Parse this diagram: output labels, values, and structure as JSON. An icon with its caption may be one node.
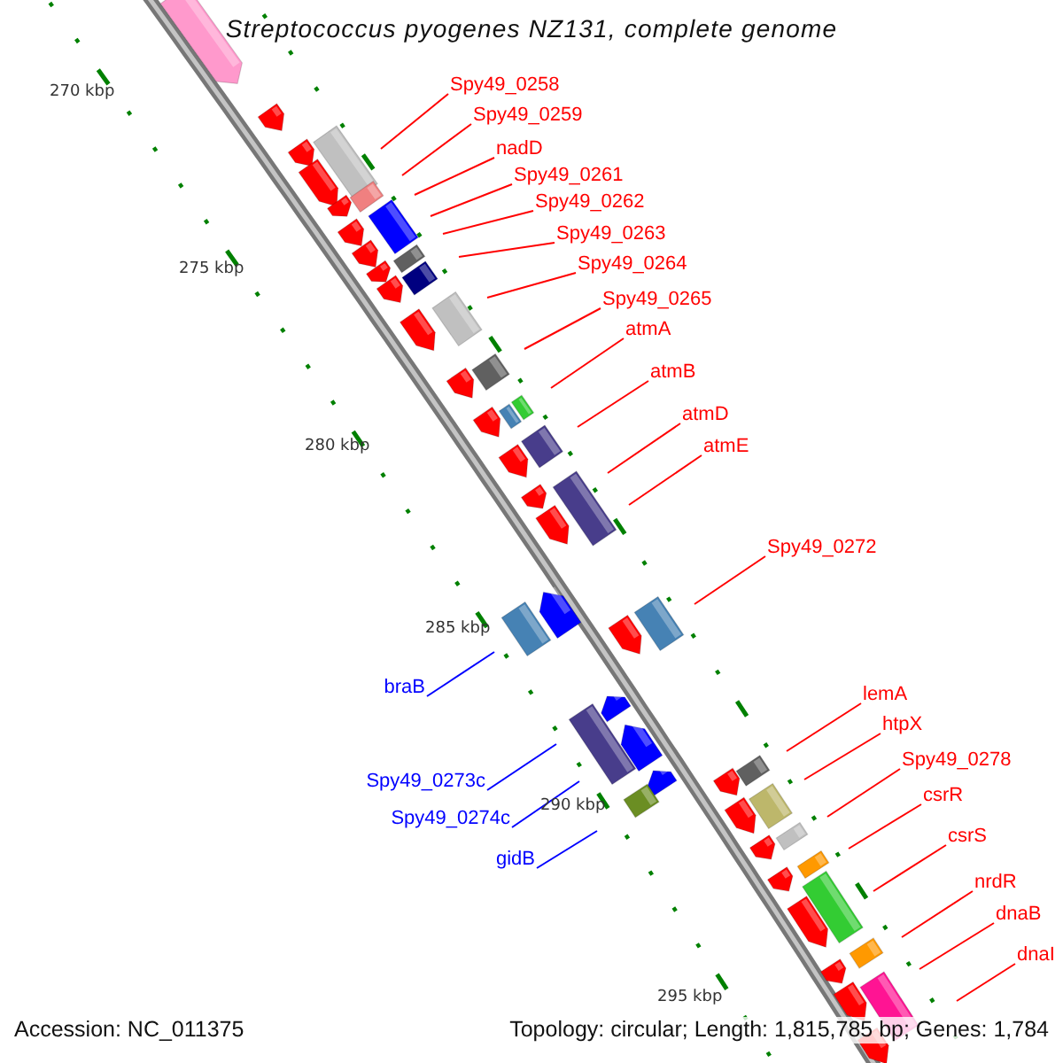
{
  "diagram": {
    "title": "Streptococcus pyogenes NZ131, complete genome",
    "nodes": [
      {
        "text": [
          "Spy49_0258"
        ]
      },
      {
        "text": [
          "Spy49_0259"
        ]
      },
      {
        "text": [
          "nadD"
        ]
      },
      {
        "text": [
          "Spy49_0261"
        ]
      },
      {
        "text": [
          "Spy49_0262"
        ]
      },
      {
        "text": [
          "Spy49_0263"
        ]
      },
      {
        "text": [
          "Spy49_0264"
        ]
      },
      {
        "text": [
          "Spy49_0265"
        ]
      },
      {
        "text": [
          "atmA"
        ]
      },
      {
        "text": [
          "atmB"
        ]
      },
      {
        "text": [
          "atmD"
        ]
      },
      {
        "text": [
          "atmE"
        ]
      },
      {
        "text": [
          "Spy49_0272"
        ]
      },
      {
        "text": [
          "braB"
        ]
      },
      {
        "text": [
          "Spy49_0273c"
        ]
      },
      {
        "text": [
          "Spy49_0274c"
        ]
      },
      {
        "text": [
          "gidB"
        ]
      },
      {
        "text": [
          "lemA"
        ]
      },
      {
        "text": [
          "htpX"
        ]
      },
      {
        "text": [
          "Spy49_0278"
        ]
      },
      {
        "text": [
          "csrR"
        ]
      },
      {
        "text": [
          "csrS"
        ]
      },
      {
        "text": [
          "nrdR"
        ]
      },
      {
        "text": [
          "dnaB"
        ]
      },
      {
        "text": [
          "dnaI"
        ]
      }
    ],
    "edges": [
      {
        "from": 0,
        "to": null,
        "arrow": "none"
      },
      {
        "from": 1,
        "to": null,
        "arrow": "none"
      },
      {
        "from": 2,
        "to": null,
        "arrow": "none"
      },
      {
        "from": 3,
        "to": null,
        "arrow": "none"
      },
      {
        "from": 4,
        "to": null,
        "arrow": "none"
      },
      {
        "from": 5,
        "to": null,
        "arrow": "none"
      },
      {
        "from": 6,
        "to": null,
        "arrow": "none"
      },
      {
        "from": 7,
        "to": null,
        "arrow": "none"
      },
      {
        "from": 8,
        "to": null,
        "arrow": "none"
      },
      {
        "from": 9,
        "to": null,
        "arrow": "none"
      },
      {
        "from": 10,
        "to": null,
        "arrow": "none"
      },
      {
        "from": 11,
        "to": null,
        "arrow": "none"
      },
      {
        "from": 12,
        "to": null,
        "arrow": "none"
      },
      {
        "from": 13,
        "to": null,
        "arrow": "none",
        "color": "#0000ff"
      },
      {
        "from": 14,
        "to": null,
        "arrow": "none",
        "color": "#0000ff"
      },
      {
        "from": 15,
        "to": null,
        "arrow": "none",
        "color": "#0000ff"
      },
      {
        "from": 16,
        "to": null,
        "arrow": "none",
        "color": "#0000ff"
      },
      {
        "from": 17,
        "to": null,
        "arrow": "none"
      },
      {
        "from": 18,
        "to": null,
        "arrow": "none"
      },
      {
        "from": 19,
        "to": null,
        "arrow": "none"
      },
      {
        "from": 20,
        "to": null,
        "arrow": "none"
      },
      {
        "from": 21,
        "to": null,
        "arrow": "none"
      },
      {
        "from": 22,
        "to": null,
        "arrow": "none"
      },
      {
        "from": 23,
        "to": null,
        "arrow": "none"
      },
      {
        "from": 24,
        "to": null,
        "arrow": "none"
      }
    ],
    "labels": [
      "270 kbp",
      "275 kbp",
      "280 kbp",
      "285 kbp",
      "290 kbp",
      "295 kbp",
      "Accession: NC_011375",
      "Topology: circular; Length: 1,815,785 bp; Genes: 1,784"
    ]
  }
}
